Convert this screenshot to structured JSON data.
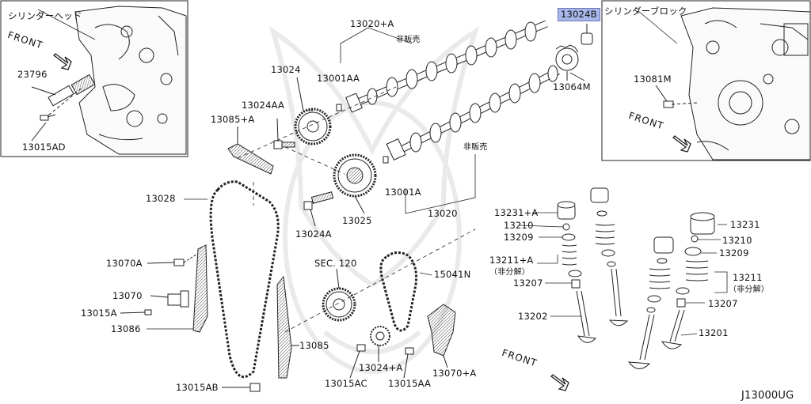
{
  "diagram_code": "J13000UG",
  "insets": {
    "left": {
      "cyl_head_label": "シリンダーヘッド",
      "front_label": "FRONT",
      "part_23796": "23796",
      "part_13015AD": "13015AD"
    },
    "right": {
      "cyl_block_label": "シリンダーブロック",
      "front_label": "FRONT",
      "part_13024B": "13024B",
      "part_13081M": "13081M",
      "part_13064M": "13064M"
    }
  },
  "main": {
    "p13020A": "13020+A",
    "not_sold_1": "非販売",
    "p13024": "13024",
    "p13001AA": "13001AA",
    "p13024AA": "13024AA",
    "p13085A": "13085+A",
    "not_sold_2": "非販売",
    "p13001A": "13001A",
    "p13020": "13020",
    "p13025": "13025",
    "p13028": "13028",
    "p13024A": "13024A",
    "p13070A": "13070A",
    "sec120": "SEC. 120",
    "p15041N": "15041N",
    "p13070": "13070",
    "p13015A": "13015A",
    "p13086": "13086",
    "p13085": "13085",
    "p13024plusA": "13024+A",
    "p13070plusA": "13070+A",
    "p13015AC": "13015AC",
    "p13015AA": "13015AA",
    "p13015AB": "13015AB",
    "front_label": "FRONT"
  },
  "valves": {
    "p13231A": "13231+A",
    "p13210_l": "13210",
    "p13209_l": "13209",
    "p13211A": "13211+A",
    "not_disassembled_l": "（非分解）",
    "p13207_l": "13207",
    "p13202": "13202",
    "p13231": "13231",
    "p13210_r": "13210",
    "p13209_r": "13209",
    "p13211": "13211",
    "not_disassembled_r": "（非分解）",
    "p13207_r": "13207",
    "p13201": "13201"
  }
}
